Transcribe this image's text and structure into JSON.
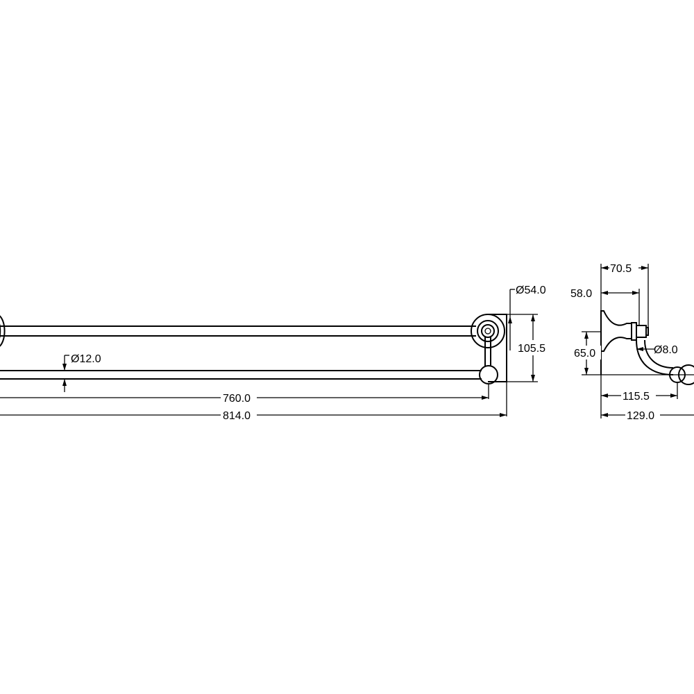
{
  "drawing": {
    "front_view": {
      "rod_diameter": "Ø12.0",
      "flange_diameter": "Ø54.0",
      "height": "105.5",
      "inner_length": "760.0",
      "overall_length": "814.0"
    },
    "side_view": {
      "depth_top": "70.5",
      "flange_offset": "58.0",
      "height": "65.0",
      "hook_diameter": "Ø8.0",
      "projection_inner": "115.5",
      "projection_overall": "129.0"
    }
  }
}
